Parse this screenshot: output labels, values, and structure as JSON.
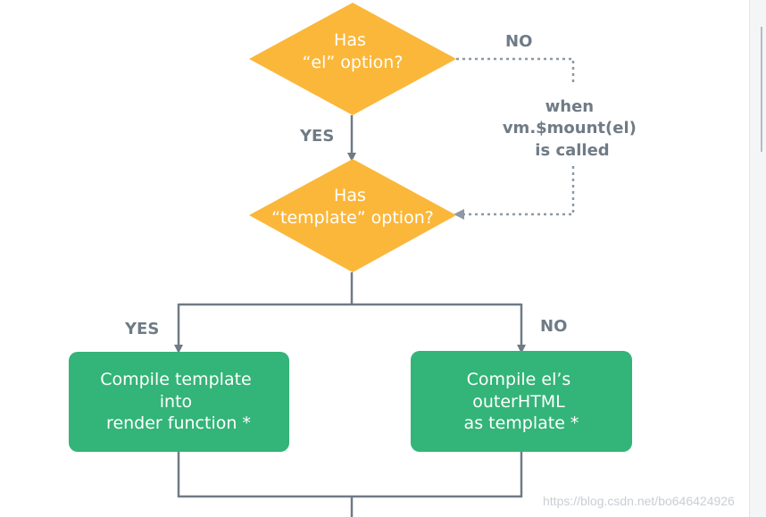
{
  "nodes": {
    "has_el": {
      "lines": [
        "Has",
        "“el” option?"
      ]
    },
    "has_template": {
      "lines": [
        "Has",
        "“template” option?"
      ]
    },
    "compile_template": {
      "lines": [
        "Compile template",
        "into",
        "render function *"
      ]
    },
    "compile_el": {
      "lines": [
        "Compile el’s",
        "outerHTML",
        "as template *"
      ]
    }
  },
  "edge_labels": {
    "el_no": "NO",
    "el_yes": "YES",
    "template_yes": "YES",
    "template_no": "NO"
  },
  "note": {
    "lines": [
      "when",
      "vm.$mount(el)",
      "is called"
    ]
  },
  "watermark": "https://blog.csdn.net/bo646424926",
  "colors": {
    "decision": "#fbb73a",
    "process": "#33b478",
    "line": "#6f7b86",
    "dotted": "#8d99a4"
  }
}
